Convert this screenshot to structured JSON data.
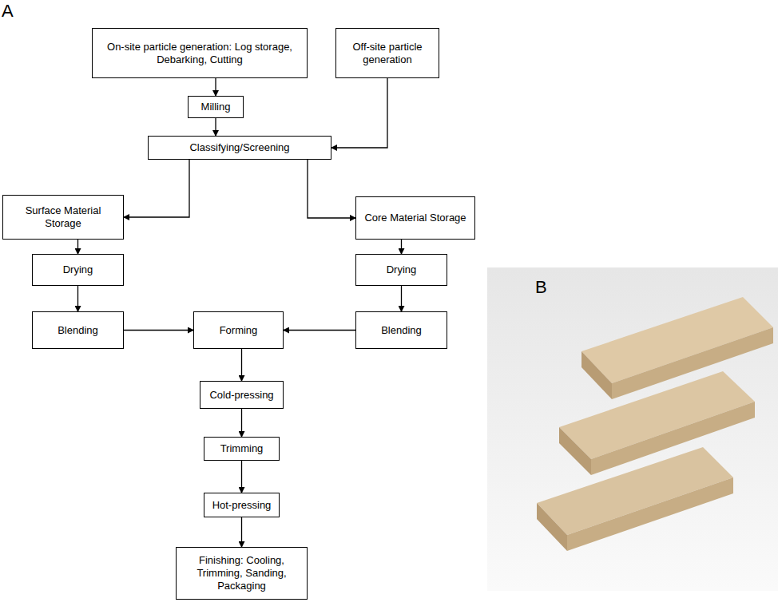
{
  "diagram": {
    "nodes": [
      {
        "text": [
          "On-site particle generation: Log storage, Debarking, Cutting"
        ]
      },
      {
        "text": [
          "Off-site particle generation"
        ]
      },
      {
        "text": [
          "Milling"
        ]
      },
      {
        "text": [
          "Classifying/Screening"
        ]
      },
      {
        "text": [
          "Surface Material Storage"
        ]
      },
      {
        "text": [
          "Core Material Storage"
        ]
      },
      {
        "text": [
          "Drying"
        ]
      },
      {
        "text": [
          "Drying"
        ]
      },
      {
        "text": [
          "Blending"
        ]
      },
      {
        "text": [
          "Forming"
        ]
      },
      {
        "text": [
          "Blending"
        ]
      },
      {
        "text": [
          "Cold-pressing"
        ]
      },
      {
        "text": [
          "Trimming"
        ]
      },
      {
        "text": [
          "Hot-pressing"
        ]
      },
      {
        "text": [
          "Finishing: Cooling, Trimming, Sanding, Packaging"
        ]
      }
    ],
    "edges": [
      {
        "from": 0,
        "to": 2,
        "arrow": "to"
      },
      {
        "from": 2,
        "to": 3,
        "arrow": "to"
      },
      {
        "from": 1,
        "to": 3,
        "arrow": "to"
      },
      {
        "from": 3,
        "to": 4,
        "arrow": "to"
      },
      {
        "from": 3,
        "to": 5,
        "arrow": "to"
      },
      {
        "from": 4,
        "to": 6,
        "arrow": "to"
      },
      {
        "from": 6,
        "to": 8,
        "arrow": "to"
      },
      {
        "from": 8,
        "to": 9,
        "arrow": "to"
      },
      {
        "from": 5,
        "to": 7,
        "arrow": "to"
      },
      {
        "from": 7,
        "to": 10,
        "arrow": "to"
      },
      {
        "from": 10,
        "to": 9,
        "arrow": "to"
      },
      {
        "from": 9,
        "to": 11,
        "arrow": "to"
      },
      {
        "from": 11,
        "to": 12,
        "arrow": "to"
      },
      {
        "from": 12,
        "to": 13,
        "arrow": "to"
      },
      {
        "from": 13,
        "to": 14,
        "arrow": "to"
      }
    ],
    "labels": [
      "A",
      "B"
    ]
  }
}
